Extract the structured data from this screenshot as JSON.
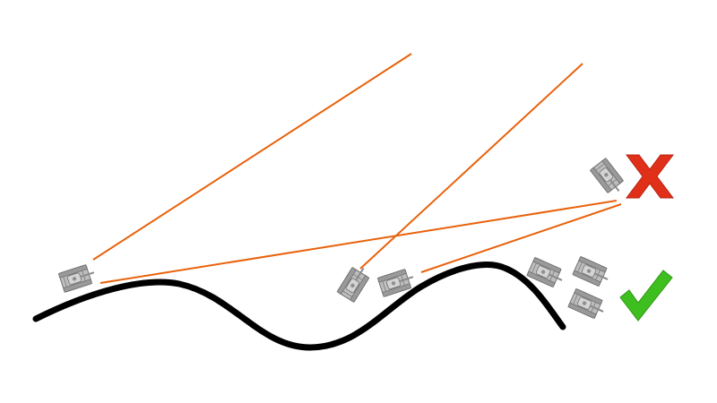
{
  "scene": {
    "background": "#ffffff",
    "terrain_color": "#000000",
    "ray_color": "#e8620c",
    "tank_color": "#b9b9b9",
    "tank_outline": "#7a7a7a",
    "invalid_marker": {
      "icon": "x-mark",
      "color": "#e0301a"
    },
    "valid_marker": {
      "icon": "check-mark",
      "color": "#3fbf1f"
    },
    "tanks": [
      {
        "id": "tank-left-on-hill",
        "state": "on-terrain"
      },
      {
        "id": "tank-middle-a",
        "state": "on-terrain"
      },
      {
        "id": "tank-middle-b",
        "state": "on-terrain"
      },
      {
        "id": "tank-right-slope",
        "state": "on-terrain"
      },
      {
        "id": "tank-floating-invalid",
        "state": "invalid-position"
      },
      {
        "id": "tank-valid-1",
        "state": "valid-position"
      },
      {
        "id": "tank-valid-2",
        "state": "valid-position"
      }
    ]
  }
}
